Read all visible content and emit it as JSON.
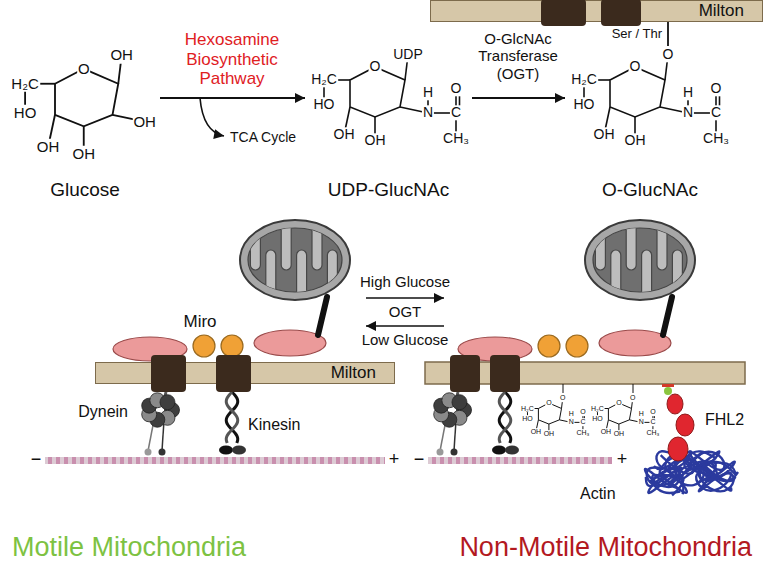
{
  "diagram": {
    "nodes": [
      {
        "text": [
          "Glucose"
        ]
      },
      {
        "text": [
          "UDP-GlucNAc"
        ]
      },
      {
        "text": [
          "Milton"
        ]
      },
      {
        "text": [
          "O-GlucNAc"
        ]
      },
      {
        "text": [
          "Milton"
        ]
      }
    ],
    "edges": [
      {
        "from": 0,
        "to": 1,
        "arrow": "to",
        "label": "Hexosamine Biosynthetic Pathway"
      },
      {
        "from": 1,
        "to": 3,
        "arrow": "to",
        "label": "O-GlcNAc Transferase (OGT)"
      },
      {
        "from": 2,
        "to": 3,
        "arrow": "none",
        "label": "Ser / Thr"
      }
    ],
    "labels": [
      "TCA Cycle",
      "OH",
      "O",
      "OH",
      "OH",
      "OH",
      "H₂C",
      "HO",
      "UDP",
      "O",
      "H",
      "N",
      "C",
      "O",
      "CH₃",
      "OH",
      "OH",
      "H₂C",
      "HO",
      "O",
      "O",
      "H",
      "N",
      "C",
      "O",
      "CH₃",
      "OH",
      "OH",
      "H₂C",
      "HO",
      "Miro",
      "Dynein",
      "Kinesin",
      "−",
      "+",
      "High Glucose",
      "OGT",
      "Low Glucose",
      "O",
      "O",
      "H",
      "N",
      "C",
      "O",
      "CH₃",
      "OH",
      "OH",
      "H₂C",
      "HO",
      "O",
      "O",
      "H",
      "N",
      "C",
      "O",
      "CH₃",
      "OH",
      "OH",
      "H₂C",
      "HO",
      "−",
      "+",
      "FHL2",
      "Actin",
      "Motile Mitochondria",
      "Non-Motile Mitochondria"
    ]
  }
}
